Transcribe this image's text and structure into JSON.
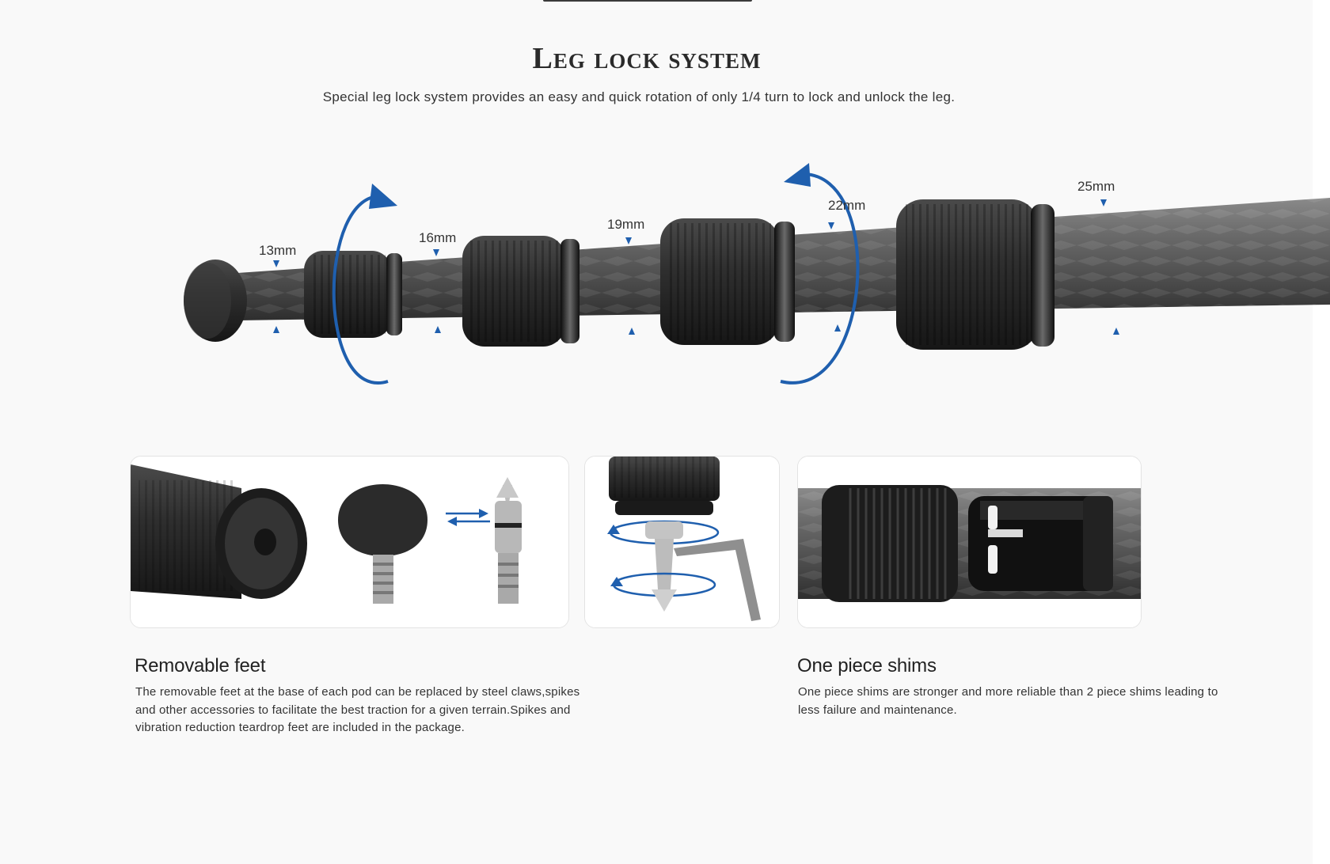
{
  "header": {
    "title": "Leg lock system",
    "subtitle": "Special leg lock system provides an easy and quick rotation of only 1/4 turn to  lock and unlock the leg."
  },
  "hero": {
    "diameters": [
      "13mm",
      "16mm",
      "19mm",
      "22mm",
      "25mm"
    ]
  },
  "features": [
    {
      "title": "Removable feet",
      "text": "The removable feet at the base of each pod can be replaced by steel claws,spikes and other accessories to facilitate the best traction for a given terrain.Spikes and vibration reduction teardrop feet are included in the package."
    },
    {
      "title": "One piece shims",
      "text": "One piece shims are stronger and more reliable than 2 piece shims leading to less failure and maintenance."
    }
  ],
  "colors": {
    "accent_blue": "#1f5fae",
    "carbon": "#5a5a5a",
    "rubber": "#2c2c2c"
  }
}
